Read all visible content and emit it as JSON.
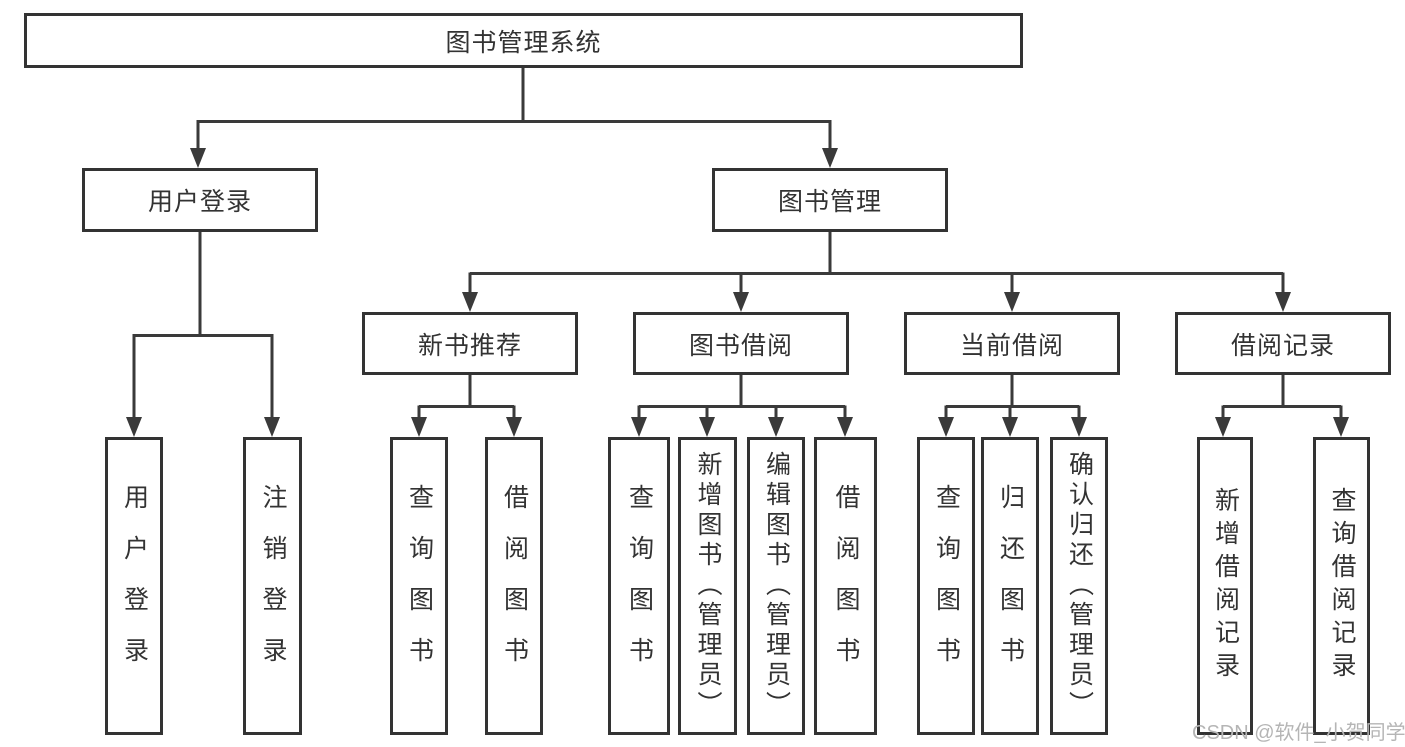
{
  "tree": {
    "label": "图书管理系统",
    "children": [
      {
        "label": "用户登录",
        "children": [
          {
            "label": "用户登录"
          },
          {
            "label": "注销登录"
          }
        ]
      },
      {
        "label": "图书管理",
        "children": [
          {
            "label": "新书推荐",
            "children": [
              {
                "label": "查询图书"
              },
              {
                "label": "借阅图书"
              }
            ]
          },
          {
            "label": "图书借阅",
            "children": [
              {
                "label": "查询图书"
              },
              {
                "label": "新增图书（管理员）"
              },
              {
                "label": "编辑图书（管理员）"
              },
              {
                "label": "借阅图书"
              }
            ]
          },
          {
            "label": "当前借阅",
            "children": [
              {
                "label": "查询图书"
              },
              {
                "label": "归还图书"
              },
              {
                "label": "确认归还（管理员）"
              }
            ]
          },
          {
            "label": "借阅记录",
            "children": [
              {
                "label": "新增借阅记录"
              },
              {
                "label": "查询借阅记录"
              }
            ]
          }
        ]
      }
    ]
  },
  "watermark": "CSDN @软件_小贺同学",
  "colors": {
    "line": "#3a3a3a",
    "border": "#333333",
    "text": "#333333",
    "watermark": "#b5b5b5",
    "background": "#ffffff"
  }
}
